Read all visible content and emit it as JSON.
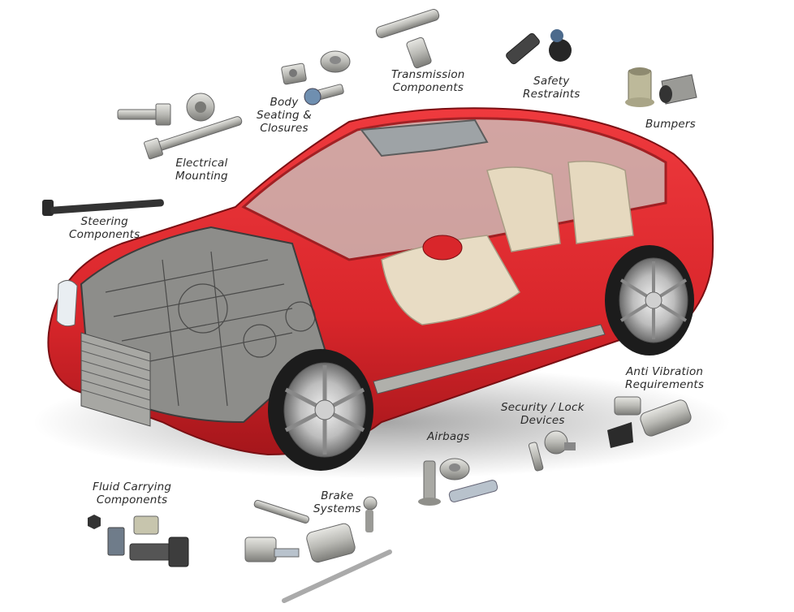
{
  "diagram": {
    "subject": "Automotive fastener applications (car cutaway)",
    "colors": {
      "car_body": "#d9262b",
      "car_body_dark": "#a5161b",
      "interior": "#e8dcc4",
      "metal": "#b9b9b4",
      "metal_dark": "#6e6e6a",
      "black_part": "#2b2b2b",
      "label_text": "#2a2a2a",
      "background": "#ffffff"
    },
    "labels": [
      {
        "id": "body-seating-closures",
        "lines": [
          "Body",
          "Seating &",
          "Closures"
        ]
      },
      {
        "id": "transmission-components",
        "lines": [
          "Transmission",
          "Components"
        ]
      },
      {
        "id": "safety-restraints",
        "lines": [
          "Safety",
          "Restraints"
        ]
      },
      {
        "id": "bumpers",
        "lines": [
          "Bumpers"
        ]
      },
      {
        "id": "electrical-mounting",
        "lines": [
          "Electrical",
          "Mounting"
        ]
      },
      {
        "id": "steering-components",
        "lines": [
          "Steering",
          "Components"
        ]
      },
      {
        "id": "anti-vibration-requirements",
        "lines": [
          "Anti Vibration",
          "Requirements"
        ]
      },
      {
        "id": "security-lock-devices",
        "lines": [
          "Security / Lock",
          "Devices"
        ]
      },
      {
        "id": "airbags",
        "lines": [
          "Airbags"
        ]
      },
      {
        "id": "brake-systems",
        "lines": [
          "Brake",
          "Systems"
        ]
      },
      {
        "id": "fluid-carrying-components",
        "lines": [
          "Fluid Carrying",
          "Components"
        ]
      }
    ]
  }
}
